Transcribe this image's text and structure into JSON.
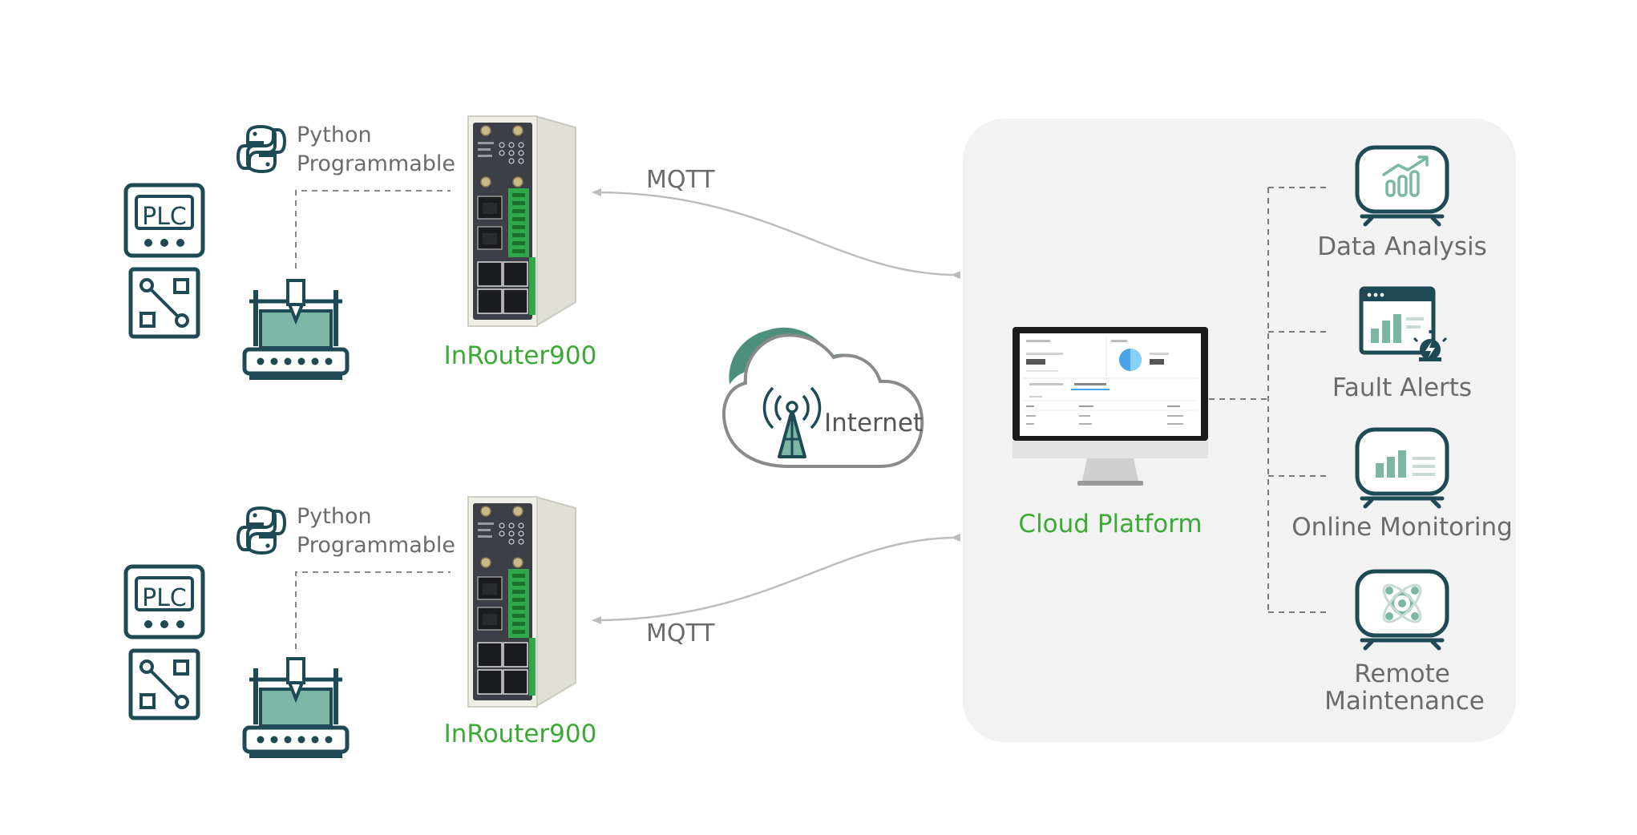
{
  "top_group": {
    "python_line1": "Python",
    "python_line2": "Programmable",
    "plc_label": "PLC",
    "router_label": "InRouter900",
    "mqtt_label": "MQTT"
  },
  "bottom_group": {
    "python_line1": "Python",
    "python_line2": "Programmable",
    "plc_label": "PLC",
    "router_label": "InRouter900",
    "mqtt_label": "MQTT"
  },
  "internet_label": "Internet",
  "cloud_platform_label": "Cloud Platform",
  "services": [
    {
      "line1": "Data Analysis",
      "line2": "",
      "icon": "chart-monitor-icon"
    },
    {
      "line1": "Fault Alerts",
      "line2": "",
      "icon": "alert-dashboard-icon"
    },
    {
      "line1": "Online Monitoring",
      "line2": "",
      "icon": "bar-monitor-icon"
    },
    {
      "line1": "Remote",
      "line2": "Maintenance",
      "icon": "atom-monitor-icon"
    }
  ],
  "colors": {
    "teal_dark": "#1e4a55",
    "teal_fill": "#7cb7a6",
    "green_label": "#3aaa35",
    "gray_text": "#6b6b6b",
    "panel_bg": "#f2f2f2",
    "router_body": "#efefe8",
    "router_panel": "#3c3f45",
    "terminal_green": "#2fa84a"
  }
}
